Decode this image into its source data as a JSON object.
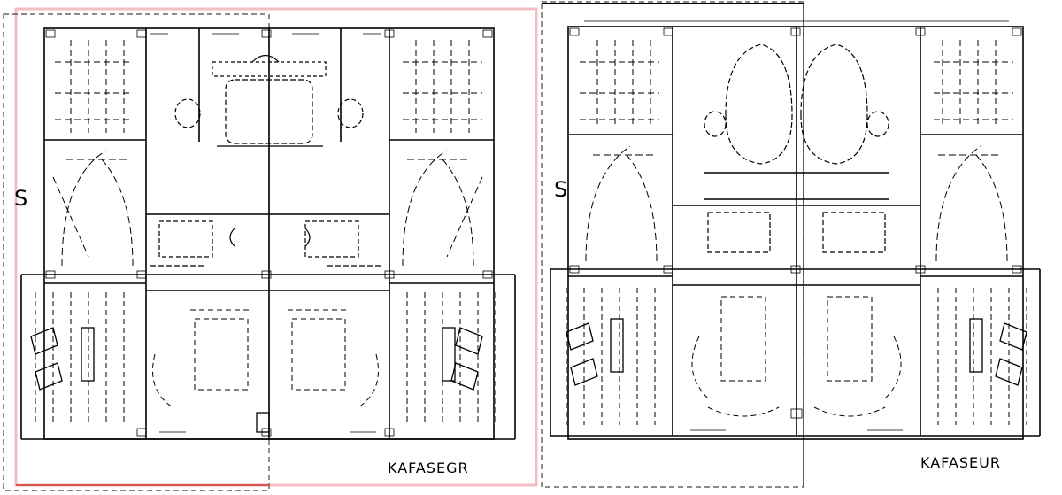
{
  "colors": {
    "line": "#000000",
    "paper": "#ffffff",
    "highlight_frame": "#f3bcc6",
    "highlight_frame_dark": "#e08a9a"
  },
  "panels": [
    {
      "name": "left-floor-plan",
      "section_marker": "S",
      "caption": "KAFASEGR"
    },
    {
      "name": "right-floor-plan",
      "section_marker": "S",
      "caption": "KAFASEUR"
    }
  ]
}
